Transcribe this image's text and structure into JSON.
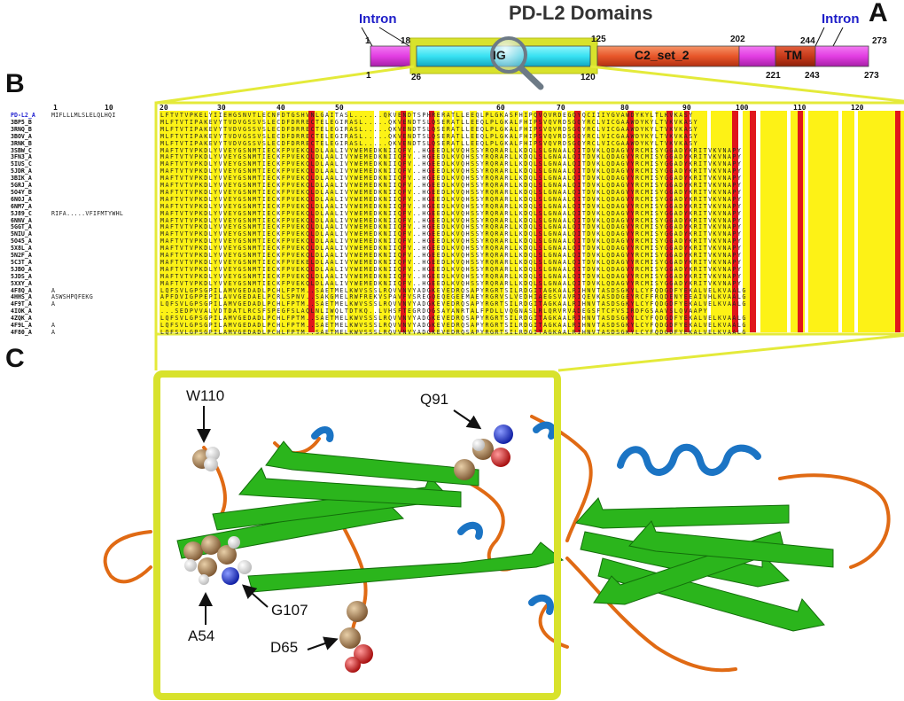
{
  "panel_labels": {
    "a": "A",
    "b": "B",
    "c": "C"
  },
  "domain_map": {
    "title": "PD-L2 Domains",
    "intron_left": "Intron",
    "intron_right": "Intron",
    "ig_label": "IG",
    "c2_label": "C2_set_2",
    "tm_label": "TM",
    "top_numbers": [
      "1",
      "18",
      "125",
      "202",
      "244",
      "273"
    ],
    "bottom_numbers": [
      "1",
      "26",
      "120",
      "221",
      "243",
      "273"
    ],
    "colors": {
      "magenta": "#e23ee2",
      "cyan": "#37e1f2",
      "orange": "#e8562a",
      "tm": "#c73a1a",
      "highlight": "#d8e22c"
    }
  },
  "alignment": {
    "tick_labels": [
      "1",
      "10",
      "20",
      "30",
      "40",
      "50",
      "60",
      "70",
      "80",
      "90",
      "100",
      "110",
      "120"
    ],
    "sequence_names": [
      "PD-L2_A",
      "3BP5_B",
      "3RNQ_B",
      "3BOV_A",
      "3RNK_B",
      "3SBW_C",
      "3FN3_A",
      "5IUS_C",
      "5JDR_A",
      "3BIK_A",
      "5GRJ_A",
      "5O4Y_B",
      "6NOJ_A",
      "6NM7_A",
      "5J89_C",
      "6NNV_A",
      "5GGT_A",
      "5NIU_A",
      "5O45_A",
      "5X8L_A",
      "5N2F_A",
      "5C3T_A",
      "5JBO_A",
      "5JDS_A",
      "5XXY_A",
      "4F8Q_A",
      "4HHS_A",
      "4F9T_A",
      "4IOK_A",
      "4ZQK_A",
      "4F9L_A",
      "4F80_A"
    ],
    "prefix_lines": [
      "MIFLLLMLSLELQLHQI",
      "",
      "",
      "",
      "",
      "",
      "",
      "",
      "",
      "",
      "",
      "",
      "",
      "",
      "RIFA.....VFIFMTYWHL",
      "",
      "",
      "",
      "",
      "",
      "",
      "",
      "",
      "",
      "",
      "A",
      "ASWSHPQFEKG",
      "A",
      "",
      "",
      "A",
      "A"
    ],
    "seq_lines": [
      "LFTVTVPKELYIIEHGSNVTLECNFDTGSHVNLGAITASL......QKVENDTSPHRERATLLEEQLPLGKASFHIPQVQVRDEGQYQCIIIYGVAWDYKYLTLKVKASY",
      "MLFTVTIPAKEVYTVDVGSSVSLECDFDRRECTELEGIRASL.....QKVENDTSLQSERATLLEEQLPLGKALFHIPSVQVRDSGQYRCLVICGAAWDYKYLTVKVKASY",
      "MLFTVTIPAKEVYTVDVGSSVSLECDFDRRECTELEGIRASL.....QKVENDTSLQSERATLLEEQLPLGKALFHIPSVQVRDSGQYRCLVICGAAWDYKYLTVKVKASY",
      "MLFTVTIPAKEVYTVDVGSSVSLECDFDRRECTELEGIRASL.....QKVENDTSLQSERATLLEEQLPLGKALFHIPSVQVRDSGQYRCLVICGAAWDYKYLTVKVKASY",
      "MLFTVTIPAKEVYTVDVGSSVSLECDFDRRECTELEGIRASL.....QKVENDTSLQSERATLLEEQLPLGKALFHIPSVQVRDSGQYRCLVICGAAWDYKYLTVKVKASY",
      "MAFTVTVPKDLYVVEYGSNMTIECKFPVEKQLDLAALIVYWEMEDKNIIQFV..HGEEDLKVQHSSYRQRARLLKDQLSLGNAALQITDVKLQDAGVYRCMISYGGADYKRITVKVNAPY",
      "MAFTVTVPKDLYVVEYGSNMTIECKFPVEKQLDLAALIVYWEMEDKNIIQFV..HGEEDLKVQHSSYRQRARLLKDQLSLGNAALQITDVKLQDAGVYRCMISYGGADYKRITVKVNAPY",
      "MAFTVTVPKDLYVVEYGSNMTIECKFPVEKQLDLAALIVYWEMEDKNIIQFV..HGEEDLKVQHSSYRQRARLLKDQLSLGNAALQITDVKLQDAGVYRCMISYGGADYKRITVKVNAPY",
      "MAFTVTVPKDLYVVEYGSNMTIECKFPVEKQLDLAALIVYWEMEDKNIIQFV..HGEEDLKVQHSSYRQRARLLKDQLSLGNAALQITDVKLQDAGVYRCMISYGGADYKRITVKVNAPY",
      "MAFTVTVPKDLYVVEYGSNMTIECKFPVEKQLDLAALIVYWEMEDKNIIQFV..HGEEDLKVQHSSYRQRARLLKDQLSLGNAALQITDVKLQDAGVYRCMISYGGADYKRITVKVNAPY",
      "MAFTVTVPKDLYVVEYGSNMTIECKFPVEKQLDLAALIVYWEMEDKNIIQFV..HGEEDLKVQHSSYRQRARLLKDQLSLGNAALQITDVKLQDAGVYRCMISYGGADYKRITVKVNAPY",
      "MAFTVTVPKDLYVVEYGSNMTIECKFPVEKQLDLAALIVYWEMEDKNIIQFV..HGEEDLKVQHSSYRQRARLLKDQLSLGNAALQITDVKLQDAGVYRCMISYGGADYKRITVKVNAPY",
      "MAFTVTVPKDLYVVEYGSNMTIECKFPVEKQLDLAALIVYWEMEDKNIIQFV..HGEEDLKVQHSSYRQRARLLKDQLSLGNAALQITDVKLQDAGVYRCMISYGGADYKRITVKVNAPY",
      "MAFTVTVPKDLYVVEYGSNMTIECKFPVEKQLDLAALIVYWEMEDKNIIQFV..HGEEDLKVQHSSYRQRARLLKDQLSLGNAALQITDVKLQDAGVYRCMISYGGADYKRITVKVNAPY",
      "MAFTVTVPKDLYVVEYGSNMTIECKFPVEKQLDLAALIVYWEMEDKNIIQFV..HGEEDLKVQHSSYRQRARLLKDQLSLGNAALQITDVKLQDAGVYRCMISYGGADYKRITVKVNAPY",
      "MAFTVTVPKDLYVVEYGSNMTIECKFPVEKQLDLAALIVYWEMEDKNIIQFV..HGEEDLKVQHSSYRQRARLLKDQLSLGNAALQITDVKLQDAGVYRCMISYGGADYKRITVKVNAPY",
      "MAFTVTVPKDLYVVEYGSNMTIECKFPVEKQLDLAALIVYWEMEDKNIIQFV..HGEEDLKVQHSSYRQRARLLKDQLSLGNAALQITDVKLQDAGVYRCMISYGGADYKRITVKVNAPY",
      "MAFTVTVPKDLYVVEYGSNMTIECKFPVEKQLDLAALIVYWEMEDKNIIQFV..HGEEDLKVQHSSYRQRARLLKDQLSLGNAALQITDVKLQDAGVYRCMISYGGADYKRITVKVNAPY",
      "MAFTVTVPKDLYVVEYGSNMTIECKFPVEKQLDLAALIVYWEMEDKNIIQFV..HGEEDLKVQHSSYRQRARLLKDQLSLGNAALQITDVKLQDAGVYRCMISYGGADYKRITVKVNAPY",
      "MAFTVTVPKDLYVVEYGSNMTIECKFPVEKQLDLAALIVYWEMEDKNIIQFV..HGEEDLKVQHSSYRQRARLLKDQLSLGNAALQITDVKLQDAGVYRCMISYGGADYKRITVKVNAPY",
      "MAFTVTVPKDLYVVEYGSNMTIECKFPVEKQLDLAALIVYWEMEDKNIIQFV..HGEEDLKVQHSSYRQRARLLKDQLSLGNAALQITDVKLQDAGVYRCMISYGGADYKRITVKVNAPY",
      "MAFTVTVPKDLYVVEYGSNMTIECKFPVEKELDLAALIVYWEMEDKNIIQFV..HGEEDLKVQHSSYRQRARLLKDQLSLGNAALQITDVKLQDAGVYRCMISYGGADYKRITVKVNAPY",
      "MAFTVTVPKDLYVVEYGSNMTIECKFPVEKQLDLAALIVYWEMEDKNIIQFV..HGEEDLKVQHSSYRQRARLLKDQLSLGNAALQITDVKLQDAGVYRCMISYGGADYKRITVKVNAPY",
      "MAFTVTVPKDLYVVEYGSNMTIECKFPVEKQLDLAALIVYWEMEDKNIIQFV..HGEEDLKVQHSSYRQRARLLKDQLSLGNAALQITDVKLQDAGVYRCMISYGGADYKRITVKVNAPY",
      "MAFTVTVPKDLYVVEYGSNMTIECKFPVEKQLDLAALIVYWEMEDKNIIQFV..HGEEDLKVQHSSYRQRARLLKDQLSLGNAALQITDVKLQDAGVYRCMISYGGADYKRITVKVNAPY",
      "LQFSVLGPSGPILAMVGEDADLPCHLFPTM..SAETMELKWVSSSLRQVVNVYADGKEVEDRQSAPYRGRTSILRDGITAGKAALRIHNVTASDSGKYLCYFQDGDFYEKALVELKVAALG",
      "APFDVIGPPEPILAVVGEDAELPCRLSPNV..SAKGMELRWFREKVSPAVFVSREGQEQEGEEMAEYRGRVSLVEDHIAEGSVAVRIQEVKASDDGEYRCFFRQDENYEEAIVHLKVAALG",
      "LQFSVLGPSGPILAMVGEDADLPCHLFPTM..SAETMELKWVSSSLRQVVNVYADGKEVEDRQSAPYRGRTSILRDGITAGKAALRIHNVTASDSGKYLCYFQDGDFYEKALVELKVAALG",
      "...SEDPVVALVDTDATLRCSFSPEGFSLAQLNLIWQLTDTKQ..LVHSFTEGRDQGSAYANRTALFPDLLVQGNASLRLQRVRVADEGSFTCFVSIRDFGSAAVSLQVAAPY",
      "LQFSVLGPSGPILAMVGEDADLPCHLFPTM..SAETMELKWVSSSLRQVVNVYADGKEVEDRQSAPYRGRTSILRDGITAGKAALRIHNVTASDSGKYLCYFQDGDFYEKALVELKVAALG",
      "LQFSVLGPSGPILAMVGEDADLPCHLFPTM..SAETMELKWVSSSLRQVVNVYADGKEVEDRQSAPYRGRTSILRDGITAGKAALRIHNVTASDSGKYLCYFQDGDFYEKALVELKVAALG",
      "LQFSVLGPSGPILAMVGEDADLPCHLFPTM..SAETMELKWVSSSLRQVVNVYADGKEVEDRQSAPYRGRTSILRDGITAGKAALRIHNVTASDSGKYLCYFQDGDFYEKALVELKVAALG"
    ],
    "colors": {
      "conserved_red": "#e0161b",
      "similar_yellow": "#fdf216",
      "name_highlight": "#1e1ed0"
    }
  },
  "structure": {
    "residue_labels": [
      "W110",
      "Q91",
      "A54",
      "G107",
      "D65"
    ],
    "colors": {
      "strand": "#2bb51c",
      "helix": "#1b74c4",
      "coil": "#e06a14",
      "carbon": "#9a7147",
      "oxygen": "#e01515",
      "nitrogen": "#1b2fd0",
      "hydrogen": "#f0f0f0"
    }
  }
}
